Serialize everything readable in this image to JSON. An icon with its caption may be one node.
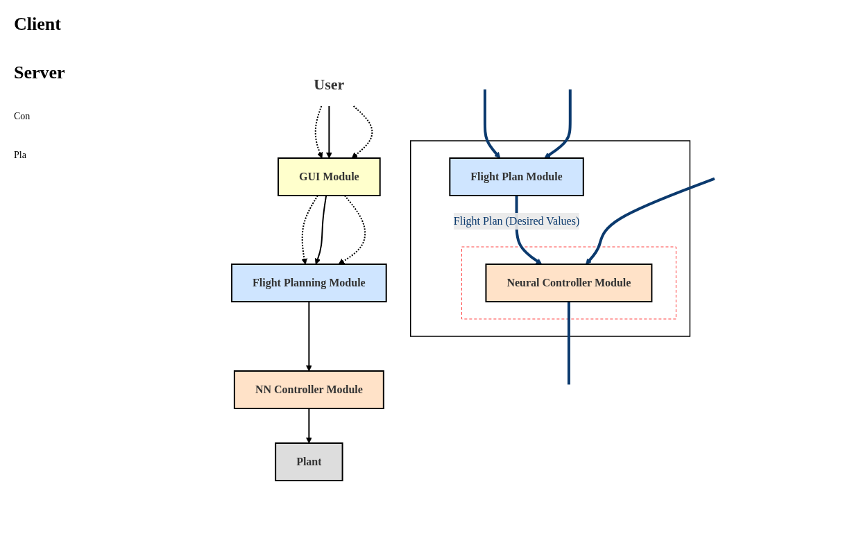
{
  "diagram": {
    "nodes": [
      {
        "text": [
          "User"
        ]
      },
      {
        "text": [
          "GUI Module"
        ]
      },
      {
        "text": [
          "Flight Planning Module"
        ]
      },
      {
        "text": [
          "NN Controller Module"
        ]
      },
      {
        "text": [
          "Plant"
        ]
      },
      {
        "text": [],
        "shape": "box"
      },
      {
        "text": [
          "Flight Plan Module"
        ],
        "in": 5
      },
      {
        "text": [],
        "shape": "box",
        "in": 5
      },
      {
        "text": [
          "Neural Controller Module"
        ],
        "in": 7
      }
    ],
    "edges": [
      {
        "from": 0,
        "to": 1,
        "arrow": "to",
        "style": "dashed"
      },
      {
        "from": 0,
        "to": 1,
        "arrow": "to"
      },
      {
        "from": 0,
        "to": 1,
        "arrow": "to",
        "style": "dashed"
      },
      {
        "from": 1,
        "to": 2,
        "arrow": "to",
        "style": "dashed"
      },
      {
        "from": 1,
        "to": 2,
        "arrow": "to"
      },
      {
        "from": 1,
        "to": 2,
        "arrow": "to",
        "style": "dashed"
      },
      {
        "from": 2,
        "to": 3,
        "arrow": "to"
      },
      {
        "from": 3,
        "to": 4,
        "arrow": "to"
      },
      {
        "from": null,
        "to": 6,
        "arrow": "to",
        "style": "thick",
        "color": "#0b3a6e"
      },
      {
        "from": null,
        "to": 6,
        "arrow": "to",
        "style": "thick",
        "color": "#0b3a6e"
      },
      {
        "from": 6,
        "to": 8,
        "label": "Flight Plan (Desired Values)",
        "arrow": "to",
        "style": "thick",
        "color": "#0b3a6e"
      },
      {
        "from": 8,
        "to": null,
        "arrow": "none",
        "style": "thick",
        "color": "#0b3a6e"
      },
      {
        "from": null,
        "to": 8,
        "arrow": "to",
        "style": "thick",
        "color": "#0b3a6e"
      }
    ],
    "labels": [
      "Client",
      "Server",
      "Con",
      "Pla"
    ]
  }
}
